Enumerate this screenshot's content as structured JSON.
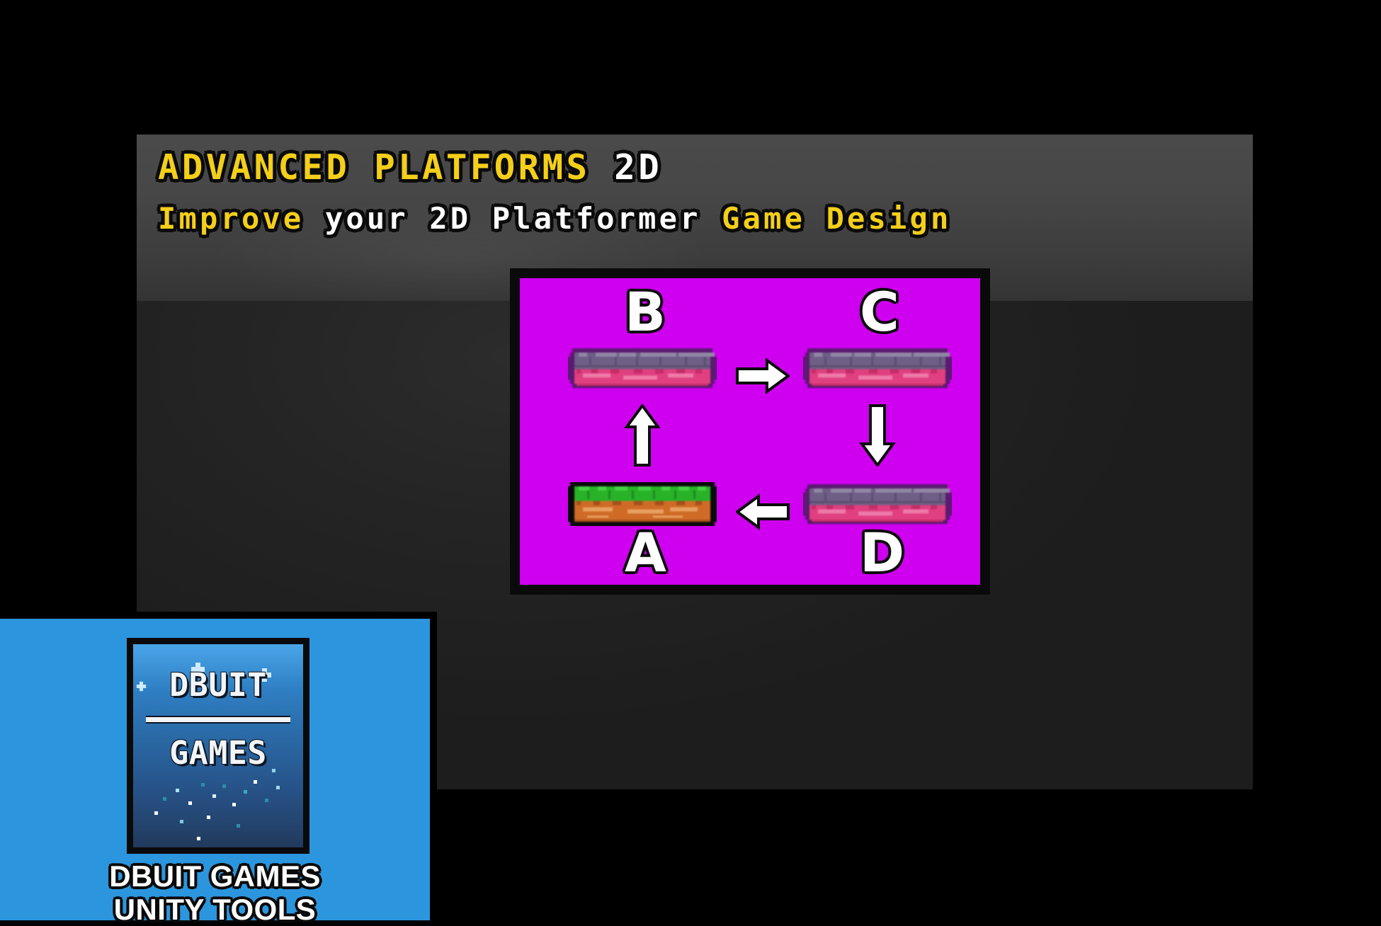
{
  "header": {
    "title_parts": [
      {
        "text": "ADVANCED PLATFORMS",
        "color": "#f4cf1a"
      },
      {
        "text": " 2D",
        "color": "#ffffff"
      }
    ],
    "title_full": "ADVANCED PLATFORMS 2D",
    "subtitle_parts": [
      {
        "text": "Improve",
        "color": "#f4cf1a"
      },
      {
        "text": " your 2D Platformer ",
        "color": "#ffffff"
      },
      {
        "text": "Game Design",
        "color": "#f4cf1a"
      }
    ],
    "subtitle_full": "Improve your 2D Platformer Game Design",
    "title_yellow": "ADVANCED PLATFORMS",
    "title_white": " 2D",
    "subtitle_yellow_1": "Improve",
    "subtitle_white": " your 2D Platformer ",
    "subtitle_yellow_2": "Game Design"
  },
  "diagram": {
    "background_color": "#ce00ef",
    "frame_color": "#0a0a0a",
    "nodes": [
      {
        "id": "A",
        "label": "A",
        "label_position": "below",
        "platform_style": "grass",
        "grid": {
          "col": 0,
          "row": 1
        }
      },
      {
        "id": "B",
        "label": "B",
        "label_position": "above",
        "platform_style": "stone-pink",
        "grid": {
          "col": 0,
          "row": 0
        }
      },
      {
        "id": "C",
        "label": "C",
        "label_position": "above",
        "platform_style": "stone-pink",
        "grid": {
          "col": 1,
          "row": 0
        }
      },
      {
        "id": "D",
        "label": "D",
        "label_position": "below",
        "platform_style": "stone-pink",
        "grid": {
          "col": 1,
          "row": 1
        }
      }
    ],
    "arrows": [
      {
        "from": "A",
        "to": "B",
        "direction": "up"
      },
      {
        "from": "B",
        "to": "C",
        "direction": "right"
      },
      {
        "from": "C",
        "to": "D",
        "direction": "down"
      },
      {
        "from": "D",
        "to": "A",
        "direction": "left"
      }
    ],
    "arrow_color": "#ffffff",
    "cycle_text": "A -> B -> C -> D -> A"
  },
  "brand": {
    "panel_color": "#2b96de",
    "card": {
      "word_top": "DBUIT",
      "word_bottom": "GAMES",
      "divider": true
    },
    "caption_line_1": "DBUIT GAMES",
    "caption_line_2": "UNITY TOOLS"
  },
  "theme": {
    "accent_yellow": "#f4cf1a",
    "text_white": "#ffffff",
    "outline_black": "#0a0a0a",
    "panel_dark": "#242424",
    "header_gray": "#474747",
    "brand_blue": "#2b96de",
    "diagram_magenta": "#ce00ef",
    "platform_pink": "#e0407f",
    "platform_stone": "#6f5f86",
    "platform_grass": "#28b228",
    "platform_dirt": "#cf6a27"
  }
}
